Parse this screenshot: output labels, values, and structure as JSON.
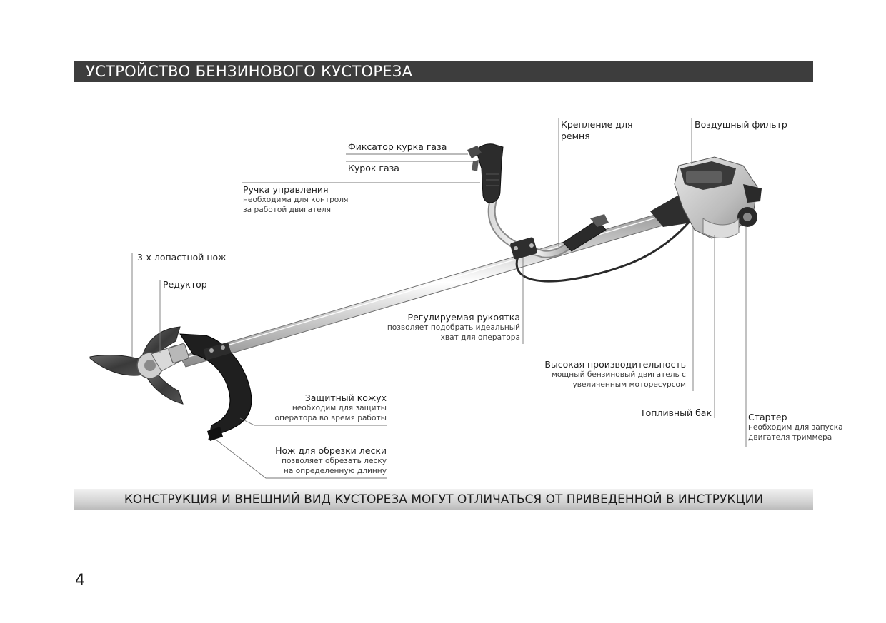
{
  "header": {
    "title": "УСТРОЙСТВО БЕНЗИНОВОГО КУСТОРЕЗА"
  },
  "labels": {
    "throttle_lock": {
      "title": "Фиксатор курка газа"
    },
    "throttle_trigger": {
      "title": "Курок газа"
    },
    "control_handle": {
      "title": "Ручка управления",
      "desc": [
        "необходима для контроля",
        "за работой двигателя"
      ]
    },
    "strap_mount": {
      "title": [
        "Крепление для",
        "ремня"
      ]
    },
    "air_filter": {
      "title": "Воздушный фильтр"
    },
    "blade": {
      "title": "3-х лопастной нож"
    },
    "gearbox": {
      "title": "Редуктор"
    },
    "adjustable_handle": {
      "title": "Регулируемая рукоятка",
      "desc": [
        "позволяет подобрать идеальный",
        "хват для оператора"
      ]
    },
    "performance": {
      "title": "Высокая производительность",
      "desc": [
        "мощный бензиновый двигатель с",
        "увеличенным моторесурсом"
      ]
    },
    "guard": {
      "title": "Защитный кожух",
      "desc": [
        "необходим для защиты",
        "оператора во время работы"
      ]
    },
    "fuel_tank": {
      "title": "Топливный бак"
    },
    "starter": {
      "title": "Стартер",
      "desc": [
        "необходим для запуска",
        "двигателя триммера"
      ]
    },
    "line_cutter": {
      "title": "Нож для обрезки лески",
      "desc": [
        "позволяет обрезать леску",
        "на определенную длинну"
      ]
    }
  },
  "footer": {
    "note": "КОНСТРУКЦИЯ И ВНЕШНИЙ ВИД КУСТОРЕЗА МОГУТ ОТЛИЧАТЬСЯ ОТ ПРИВЕДЕННОЙ В ИНСТРУКЦИИ"
  },
  "page": {
    "number": "4"
  },
  "colors": {
    "header_bg": "#3d3d3d",
    "footer_bg": "#d0d0d0",
    "leader_line": "#777777"
  }
}
